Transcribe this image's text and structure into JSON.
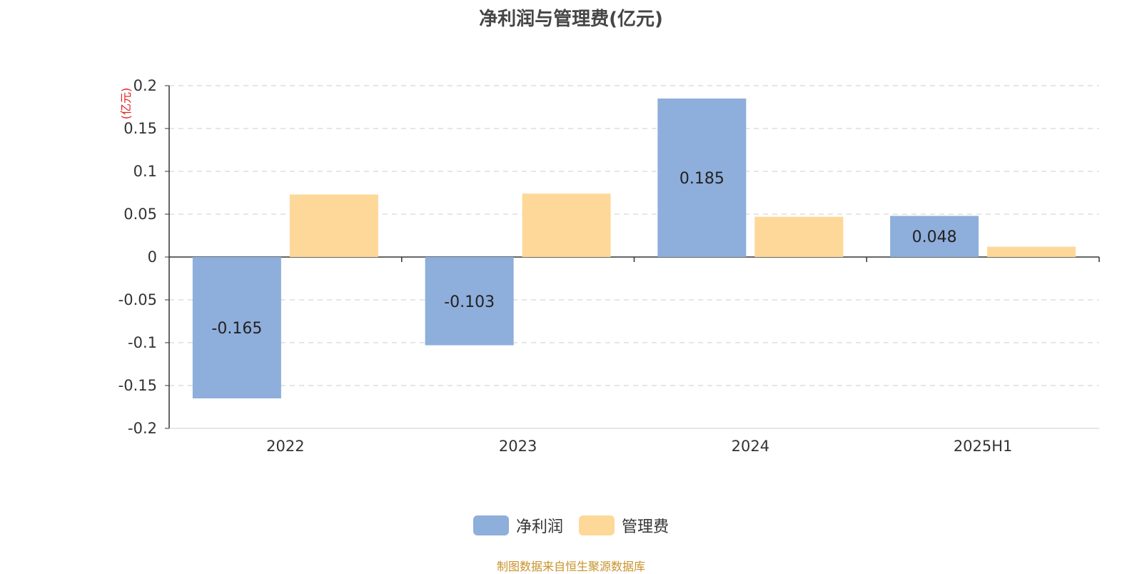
{
  "chart_data": {
    "type": "bar",
    "title": "净利润与管理费(亿元)",
    "ylabel": "(亿元)",
    "xlabel": "",
    "categories": [
      "2022",
      "2023",
      "2024",
      "2025H1"
    ],
    "series": [
      {
        "name": "净利润",
        "color": "#8eaedb",
        "values": [
          -0.165,
          -0.103,
          0.185,
          0.048
        ],
        "labels": [
          "-0.165",
          "-0.103",
          "0.185",
          "0.048"
        ]
      },
      {
        "name": "管理费",
        "color": "#fed899",
        "values": [
          0.073,
          0.074,
          0.047,
          0.012
        ]
      }
    ],
    "ylim": [
      -0.2,
      0.2
    ],
    "yticks": [
      "-0.2",
      "-0.15",
      "-0.1",
      "-0.05",
      "0",
      "0.05",
      "0.1",
      "0.15",
      "0.2"
    ],
    "grid": true,
    "legend_position": "bottom-center"
  },
  "footer": "制图数据来自恒生聚源数据库"
}
